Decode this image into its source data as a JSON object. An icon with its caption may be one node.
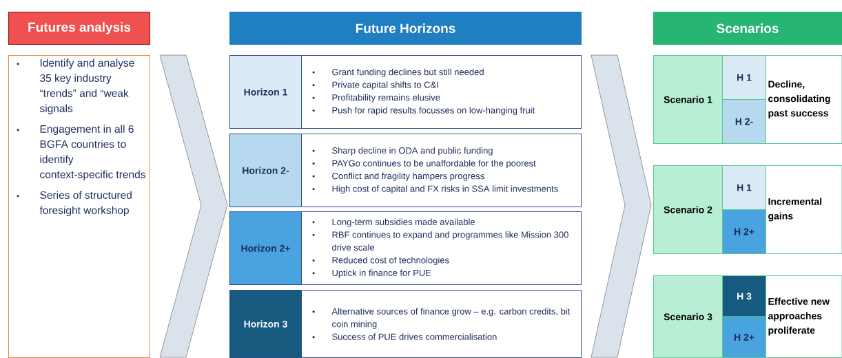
{
  "diagram": {
    "nodes": [
      {
        "text": [
          "Futures analysis"
        ]
      },
      {
        "text": [
          "Identify and analyse 35 key industry “trends” and “weak signals",
          "Engagement in all 6 BGFA countries to identify context-specific trends",
          "Series of structured foresight workshop"
        ]
      },
      {
        "text": [
          "Future Horizons"
        ]
      },
      {
        "text": [
          "Horizon 1"
        ]
      },
      {
        "text": [
          "Grant funding declines but still needed",
          "Private capital shifts to C&I",
          "Profitability remains elusive",
          "Push for rapid results focusses on low-hanging fruit"
        ]
      },
      {
        "text": [
          "Horizon 2-"
        ]
      },
      {
        "text": [
          "Sharp decline in ODA and public funding",
          "PAYGo continues to be unaffordable for the poorest",
          "Conflict and fragility hampers progress",
          "High cost of capital and FX risks in SSA limit investments"
        ]
      },
      {
        "text": [
          "Horizon 2+"
        ]
      },
      {
        "text": [
          "Long-term subsidies made available",
          "RBF continues to expand and programmes like Mission 300 drive scale",
          "Reduced cost of technologies",
          "Uptick in finance for PUE"
        ]
      },
      {
        "text": [
          "Horizon 3"
        ]
      },
      {
        "text": [
          "Alternative sources of finance grow – e.g. carbon credits, bit coin mining",
          "Success of PUE drives commercialisation"
        ]
      },
      {
        "text": [
          "Scenarios"
        ]
      },
      {
        "text": [
          "Scenario 1"
        ]
      },
      {
        "text": [
          "H 1"
        ]
      },
      {
        "text": [
          "H 2-"
        ]
      },
      {
        "text": [
          "Decline, consolidating past success"
        ]
      },
      {
        "text": [
          "Scenario 2"
        ]
      },
      {
        "text": [
          "H 1"
        ]
      },
      {
        "text": [
          "H 2+"
        ]
      },
      {
        "text": [
          "Incremental gains"
        ]
      },
      {
        "text": [
          "Scenario 3"
        ]
      },
      {
        "text": [
          "H 3"
        ]
      },
      {
        "text": [
          "H 2+"
        ]
      },
      {
        "text": [
          "Effective new approaches proliferate"
        ]
      }
    ],
    "edges": [
      {
        "from": 1,
        "to": 5,
        "arrow": "to"
      },
      {
        "from": 6,
        "to": 16,
        "arrow": "to"
      }
    ]
  }
}
